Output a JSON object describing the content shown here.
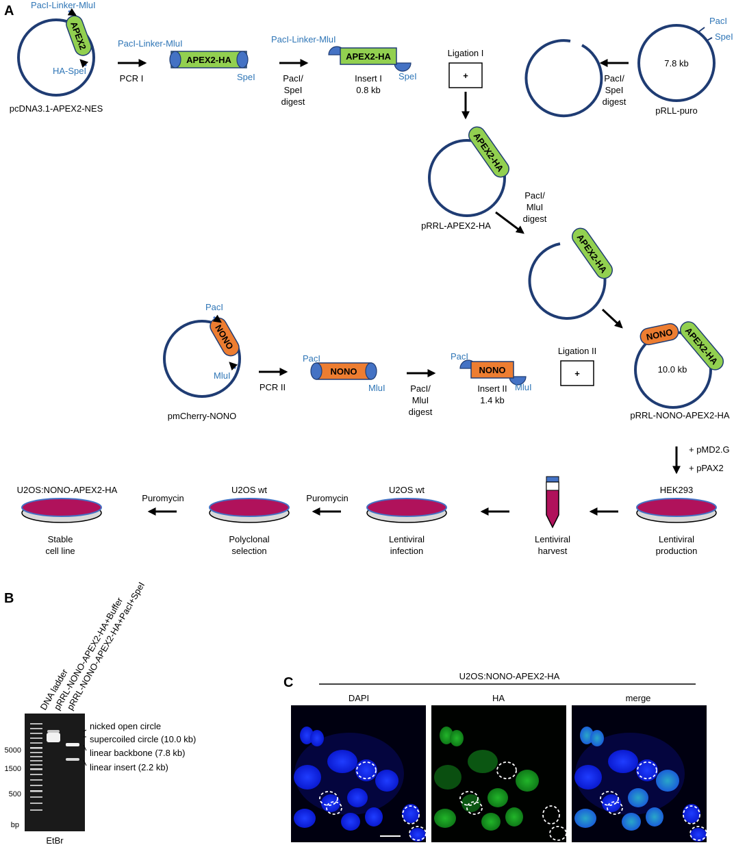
{
  "panel_labels": {
    "a": "A",
    "b": "B",
    "c": "C"
  },
  "colors": {
    "ring": "#1f3c73",
    "apex": "#92d050",
    "nono": "#ed7d31",
    "primer": "#4472c4",
    "site": "#2e75b6",
    "dish": "#b0125b",
    "arrow": "#000000"
  },
  "plasmids": {
    "pcdna": "pcDNA3.1-APEX2-NES",
    "prll_puro": "pRLL-puro",
    "prll_puro_size": "7.8 kb",
    "prll_apex": "pRRL-APEX2-HA",
    "pmcherry": "pmCherry-NONO",
    "prrl_nono": "pRRL-NONO-APEX2-HA",
    "prrl_nono_size": "10.0 kb"
  },
  "genes": {
    "apex2": "APEX2",
    "apex2ha": "APEX2-HA",
    "nono": "NONO"
  },
  "sites": {
    "pacl_linker_mlul": "PacI-Linker-MluI",
    "ha_spel": "HA-SpeI",
    "spel": "SpeI",
    "pacl": "PacI",
    "mlul": "MluI"
  },
  "steps": {
    "pcr1": "PCR I",
    "pcr2": "PCR II",
    "digest_ps_1": "PacI/",
    "digest_ps_2": "SpeI",
    "digest_ps_3": "digest",
    "digest_pm_1": "PacI/",
    "digest_pm_2": "MluI",
    "digest_pm_3": "digest",
    "insert1": "Insert I",
    "insert1_size": "0.8 kb",
    "insert2": "Insert II",
    "insert2_size": "1.4 kb",
    "ligation1": "Ligation I",
    "ligation2": "Ligation II",
    "plus": "+",
    "pmd2g": "+ pMD2.G",
    "ppax2": "+ pPAX2"
  },
  "cells": {
    "hek": "HEK293",
    "lenti_prod_1": "Lentiviral",
    "lenti_prod_2": "production",
    "lenti_harv_1": "Lentiviral",
    "lenti_harv_2": "harvest",
    "u2os_wt": "U2OS wt",
    "lenti_inf_1": "Lentiviral",
    "lenti_inf_2": "infection",
    "puromycin": "Puromycin",
    "poly_1": "Polyclonal",
    "poly_2": "selection",
    "u2os_nono": "U2OS:NONO-APEX2-HA",
    "stable_1": "Stable",
    "stable_2": "cell line"
  },
  "gel": {
    "lanes": [
      "DNA ladder",
      "pRRL-NONO-APEX2-HA+Buffer",
      "pRRL-NONO-APEX2-HA+PacI+SpeI"
    ],
    "ladder_labels": [
      "5000",
      "1500",
      "500"
    ],
    "unit": "bp",
    "stain": "EtBr",
    "band_labels": [
      "nicked open circle",
      "supercoiled circle (10.0 kb)",
      "linear backbone (7.8 kb)",
      "linear insert (2.2 kb)"
    ]
  },
  "micro": {
    "title": "U2OS:NONO-APEX2-HA",
    "channels": [
      "DAPI",
      "HA",
      "merge"
    ]
  }
}
